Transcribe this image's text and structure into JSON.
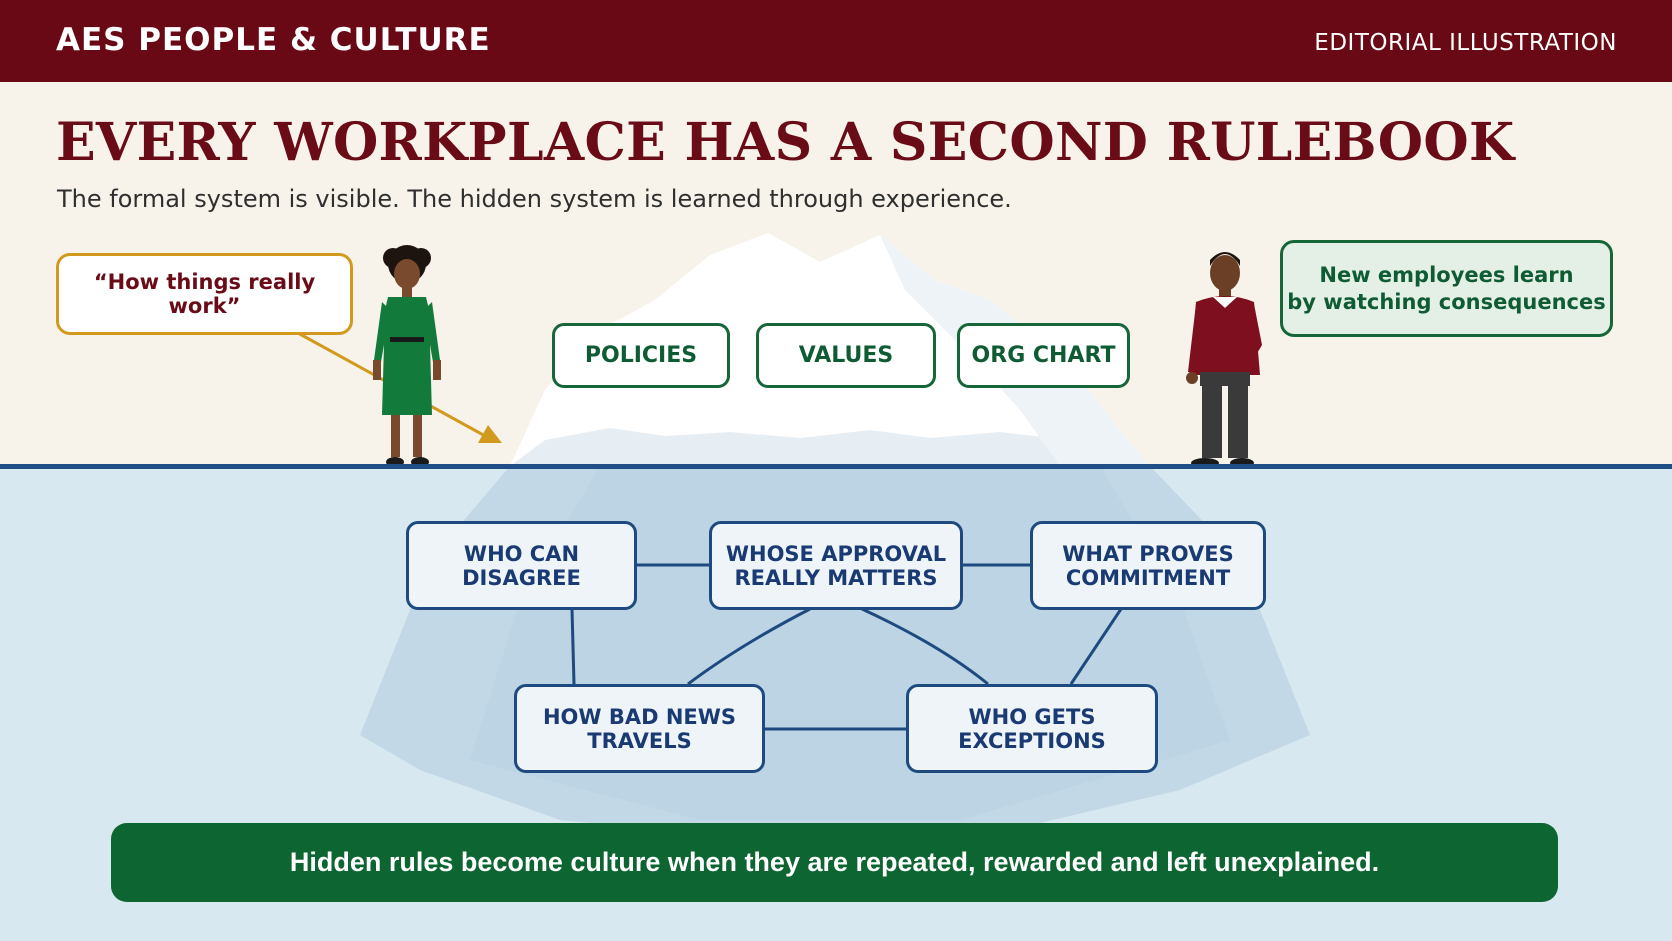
{
  "header": {
    "brand": "AES PEOPLE & CULTURE",
    "tag": "EDITORIAL ILLUSTRATION"
  },
  "title": "EVERY WORKPLACE HAS A SECOND RULEBOOK",
  "subtitle": "The formal system is visible. The hidden system is learned through experience.",
  "callouts": {
    "left": "“How things really work”",
    "right": "New employees learn\nby watching consequences"
  },
  "formal_rules": [
    "POLICIES",
    "VALUES",
    "ORG CHART"
  ],
  "hidden_rules": [
    "WHO CAN\nDISAGREE",
    "WHOSE APPROVAL\nREALLY MATTERS",
    "WHAT PROVES\nCOMMITMENT",
    "HOW BAD NEWS\nTRAVELS",
    "WHO GETS\nEXCEPTIONS"
  ],
  "banner": "Hidden rules become culture when they are repeated, rewarded and left unexplained.",
  "colors": {
    "burgundy": "#690916",
    "green": "#0d6531",
    "navy": "#1e4a80",
    "gold": "#d19a1f",
    "water": "#d8e8f0",
    "cream": "#f8f3ea"
  },
  "icons": [
    "woman-figure-icon",
    "man-figure-icon",
    "iceberg-icon"
  ]
}
